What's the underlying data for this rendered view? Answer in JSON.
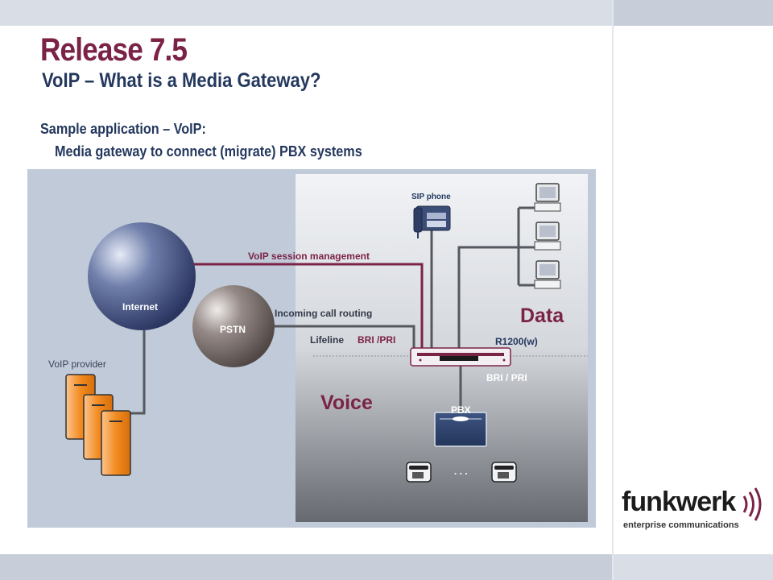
{
  "slide": {
    "title": "Release 7.5",
    "subtitle": "VoIP – What is a Media Gateway?",
    "intro_line1": "Sample application – VoIP:",
    "intro_line2": "Media gateway to connect (migrate) PBX systems"
  },
  "diagram": {
    "internet": "Internet",
    "pstn": "PSTN",
    "voip_provider": "VoIP provider",
    "sip_phone": "SIP phone",
    "voip_session": "VoIP session management",
    "incoming_routing": "Incoming call routing",
    "lifeline": "Lifeline",
    "bri_pri_left": "BRI /PRI",
    "router": "R1200(w)",
    "bri_pri_right": "BRI / PRI",
    "data": "Data",
    "voice": "Voice",
    "pbx": "PBX",
    "ellipsis": ". . ."
  },
  "logo": {
    "name": "funkwerk",
    "tagline": "enterprise communications"
  },
  "colors": {
    "title": "#7b2347",
    "subtitle": "#24385e",
    "accent": "#7b2347",
    "panel": "#c0cad8",
    "lan_top": "#eff1f4",
    "lan_bottom": "#686c72",
    "server": "#f28b20"
  }
}
